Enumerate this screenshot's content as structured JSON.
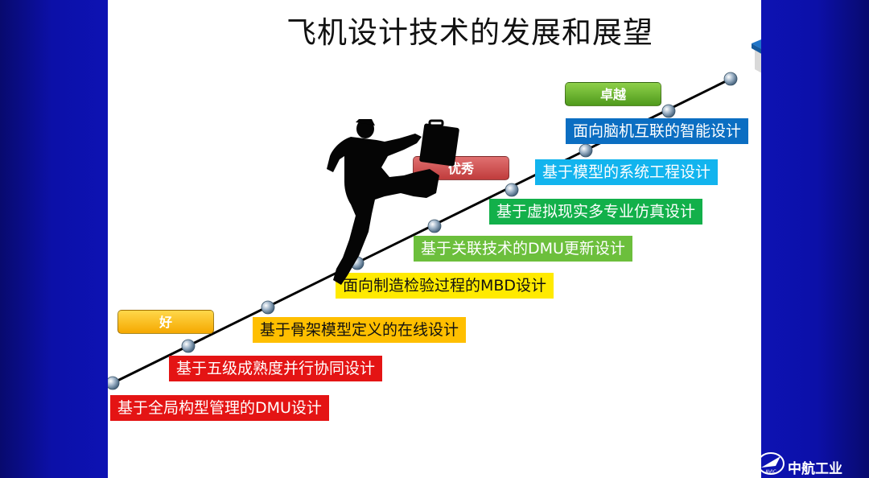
{
  "title": "飞机设计技术的发展和展望",
  "levels": {
    "good": "好",
    "excellent": "优秀",
    "superb": "卓越"
  },
  "steps": [
    "基于全局构型管理的DMU设计",
    "基于五级成熟度并行协同设计",
    "基于骨架模型定义的在线设计",
    "面向制造检验过程的MBD设计",
    "基于关联技术的DMU更新设计",
    "基于虚拟现实多专业仿真设计",
    "基于模型的系统工程设计",
    "面向脑机互联的智能设计"
  ],
  "brand": {
    "name": "中航工业",
    "logo_text": "AVIC"
  },
  "icons": [
    "runner-silhouette-icon",
    "money-book-icon",
    "avic-logo-icon"
  ],
  "colors": {
    "background": "#0d12b3",
    "slide": "#ffffff",
    "step_red": "#e41414",
    "step_yellow": "#ffbf00",
    "step_green": "#6cbf3c",
    "step_cyan": "#12b4ee",
    "step_blue": "#0b6ec2"
  }
}
